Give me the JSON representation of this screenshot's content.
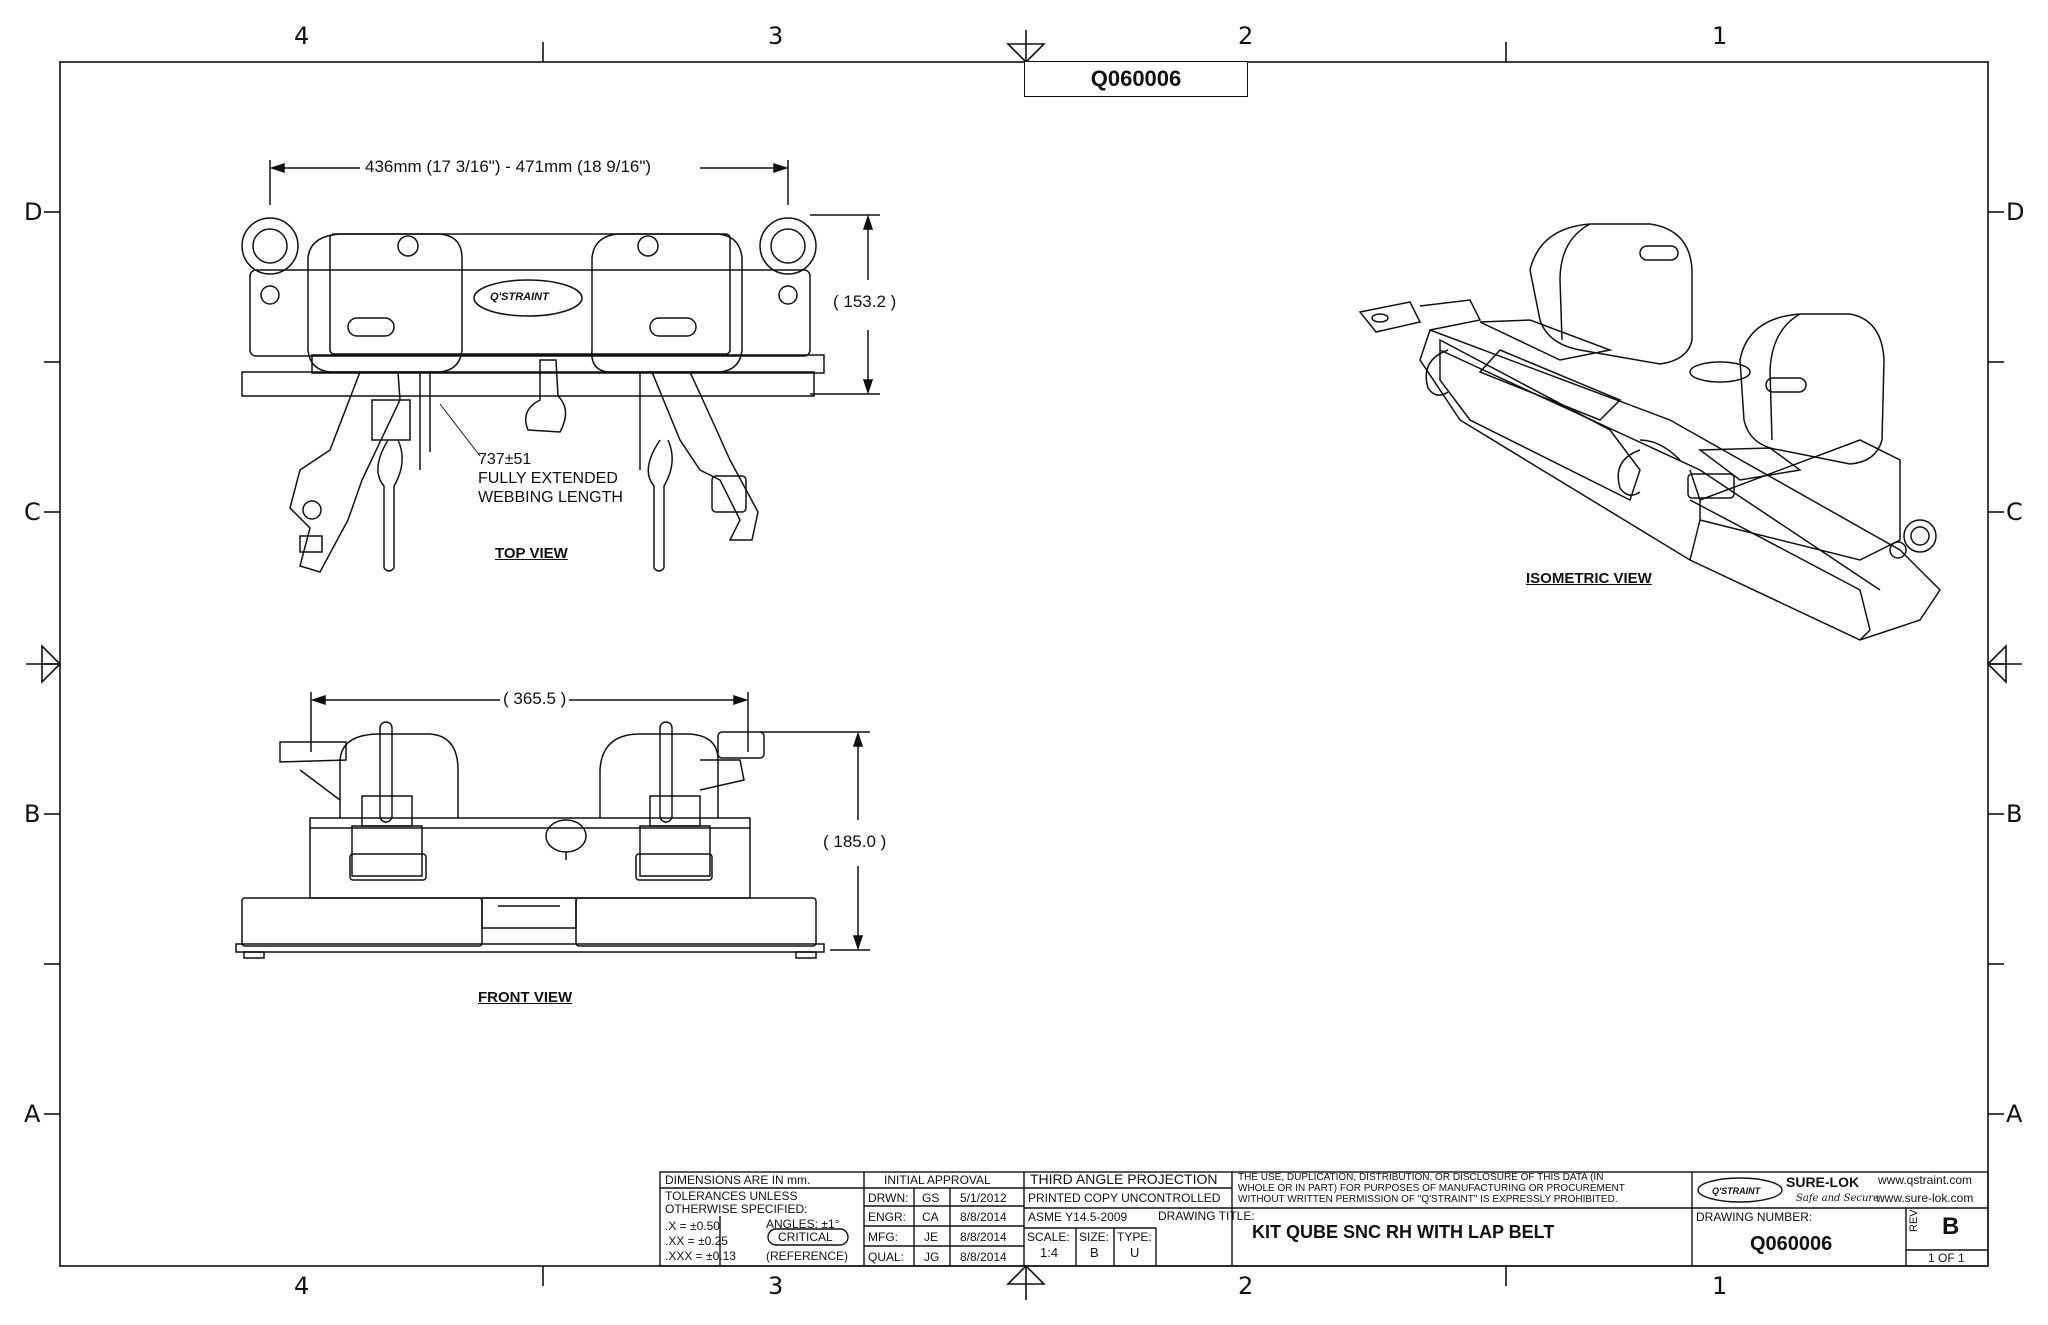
{
  "sheet": {
    "drawing_number_top": "Q060006",
    "zones_columns": [
      "4",
      "3",
      "2",
      "1"
    ],
    "zones_rows": [
      "D",
      "C",
      "B",
      "A"
    ]
  },
  "top_view": {
    "label": "TOP VIEW",
    "width_dim": "436mm (17 3/16\") - 471mm (18 9/16\")",
    "height_dim": "( 153.2 )",
    "webbing_note": [
      "737±51",
      "FULLY EXTENDED",
      "WEBBING LENGTH"
    ],
    "logo_text": "Q'STRAINT"
  },
  "front_view": {
    "label": "FRONT VIEW",
    "width_dim": "( 365.5 )",
    "height_dim": "( 185.0 )"
  },
  "iso_view": {
    "label": "ISOMETRIC VIEW"
  },
  "title_block": {
    "dims_note": "DIMENSIONS ARE IN mm.",
    "tol_1": "TOLERANCES UNLESS",
    "tol_2": "OTHERWISE SPECIFIED:",
    "tol_x": ".X     = ±0.50",
    "tol_xx": ".XX    = ±0.25",
    "tol_xxx": ".XXX = ±0.13",
    "angles": "ANGLES: ±1°",
    "critical": "CRITICAL",
    "reference": "(REFERENCE)",
    "approval_header": "INITIAL APPROVAL",
    "approvals": [
      {
        "role": "DRWN:",
        "who": "GS",
        "date": "5/1/2012"
      },
      {
        "role": "ENGR:",
        "who": "CA",
        "date": "8/8/2014"
      },
      {
        "role": "MFG:",
        "who": "JE",
        "date": "8/8/2014"
      },
      {
        "role": "QUAL:",
        "who": "JG",
        "date": "8/8/2014"
      }
    ],
    "projection": "THIRD ANGLE PROJECTION",
    "printed": "PRINTED COPY UNCONTROLLED",
    "asme": "ASME Y14.5-2009",
    "scale_label": "SCALE:",
    "scale": "1:4",
    "size_label": "SIZE:",
    "size": "B",
    "type_label": "TYPE:",
    "type": "U",
    "disclaimer_1": "THE USE, DUPLICATION, DISTRIBUTION, OR DISCLOSURE OF THIS DATA (IN",
    "disclaimer_2": "WHOLE OR IN PART) FOR PURPOSES OF MANUFACTURING OR PROCUREMENT",
    "disclaimer_3": "WITHOUT WRITTEN PERMISSION OF \"Q'STRAINT\" IS EXPRESSLY PROHIBITED.",
    "drawing_title_label": "DRAWING TITLE:",
    "drawing_title": "KIT QUBE SNC RH WITH LAP BELT",
    "brand_qstraint": "Q'STRAINT",
    "brand_surelok": "SURE-LOK",
    "brand_tagline": "Safe and Secure",
    "url_1": "www.qstraint.com",
    "url_2": "www.sure-lok.com",
    "drawing_number_label": "DRAWING NUMBER:",
    "drawing_number": "Q060006",
    "rev_label": "REV:",
    "rev": "B",
    "sheet_of": "1 OF 1"
  }
}
